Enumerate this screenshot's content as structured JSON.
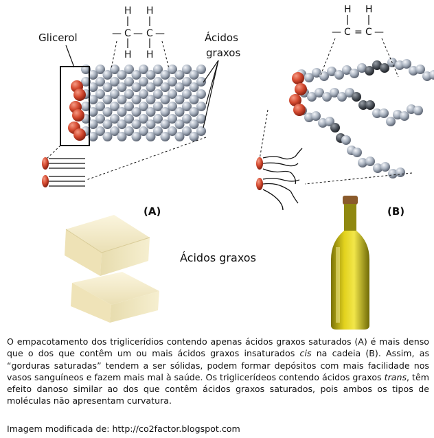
{
  "labels": {
    "glycerol": "Glicerol",
    "fatty_acids_top_line1": "Ácidos",
    "fatty_acids_top_line2": "graxos",
    "panel_a": "(A)",
    "panel_b": "(B)",
    "fatty_acids_middle": "Ácidos graxos"
  },
  "formula_saturated": {
    "h_top_left": "H",
    "h_top_right": "H",
    "c_left": "C",
    "c_right": "C",
    "h_bottom_left": "H",
    "h_bottom_right": "H",
    "bond_left": "—",
    "bond_mid": "—",
    "bond_right": "—"
  },
  "formula_unsaturated": {
    "h_left": "H",
    "h_right": "H",
    "c_left": "C",
    "c_right": "C",
    "double_bond": "=",
    "bond_left": "—",
    "bond_right": "—"
  },
  "caption": {
    "p1": "O empacotamento dos triglicerídios contendo apenas ácidos graxos saturados (A) é mais denso que o dos que contêm um ou mais ácidos graxos insaturados ",
    "cis": "cis",
    "p2": " na cadeia  (B). Assim, as “gorduras saturadas” tendem a ser sólidas, podem formar depósitos com mais facilidade nos vasos sanguíneos e fazem mais mal à saúde. Os triglicerídeos contendo ácidos graxos ",
    "trans": "trans",
    "p3": ", têm efeito danoso similar ao dos que contêm ácidos graxos saturados, pois ambos os tipos de moléculas não apresentam curvatura.",
    "source": "Imagem modificada de: http://co2factor.blogspot.com"
  },
  "colors": {
    "glycerol_red": "#c43a22",
    "chain_gray": "#a7b0bd",
    "oil_yellow": "#d8c21a",
    "butter": "#f1e7c4"
  }
}
